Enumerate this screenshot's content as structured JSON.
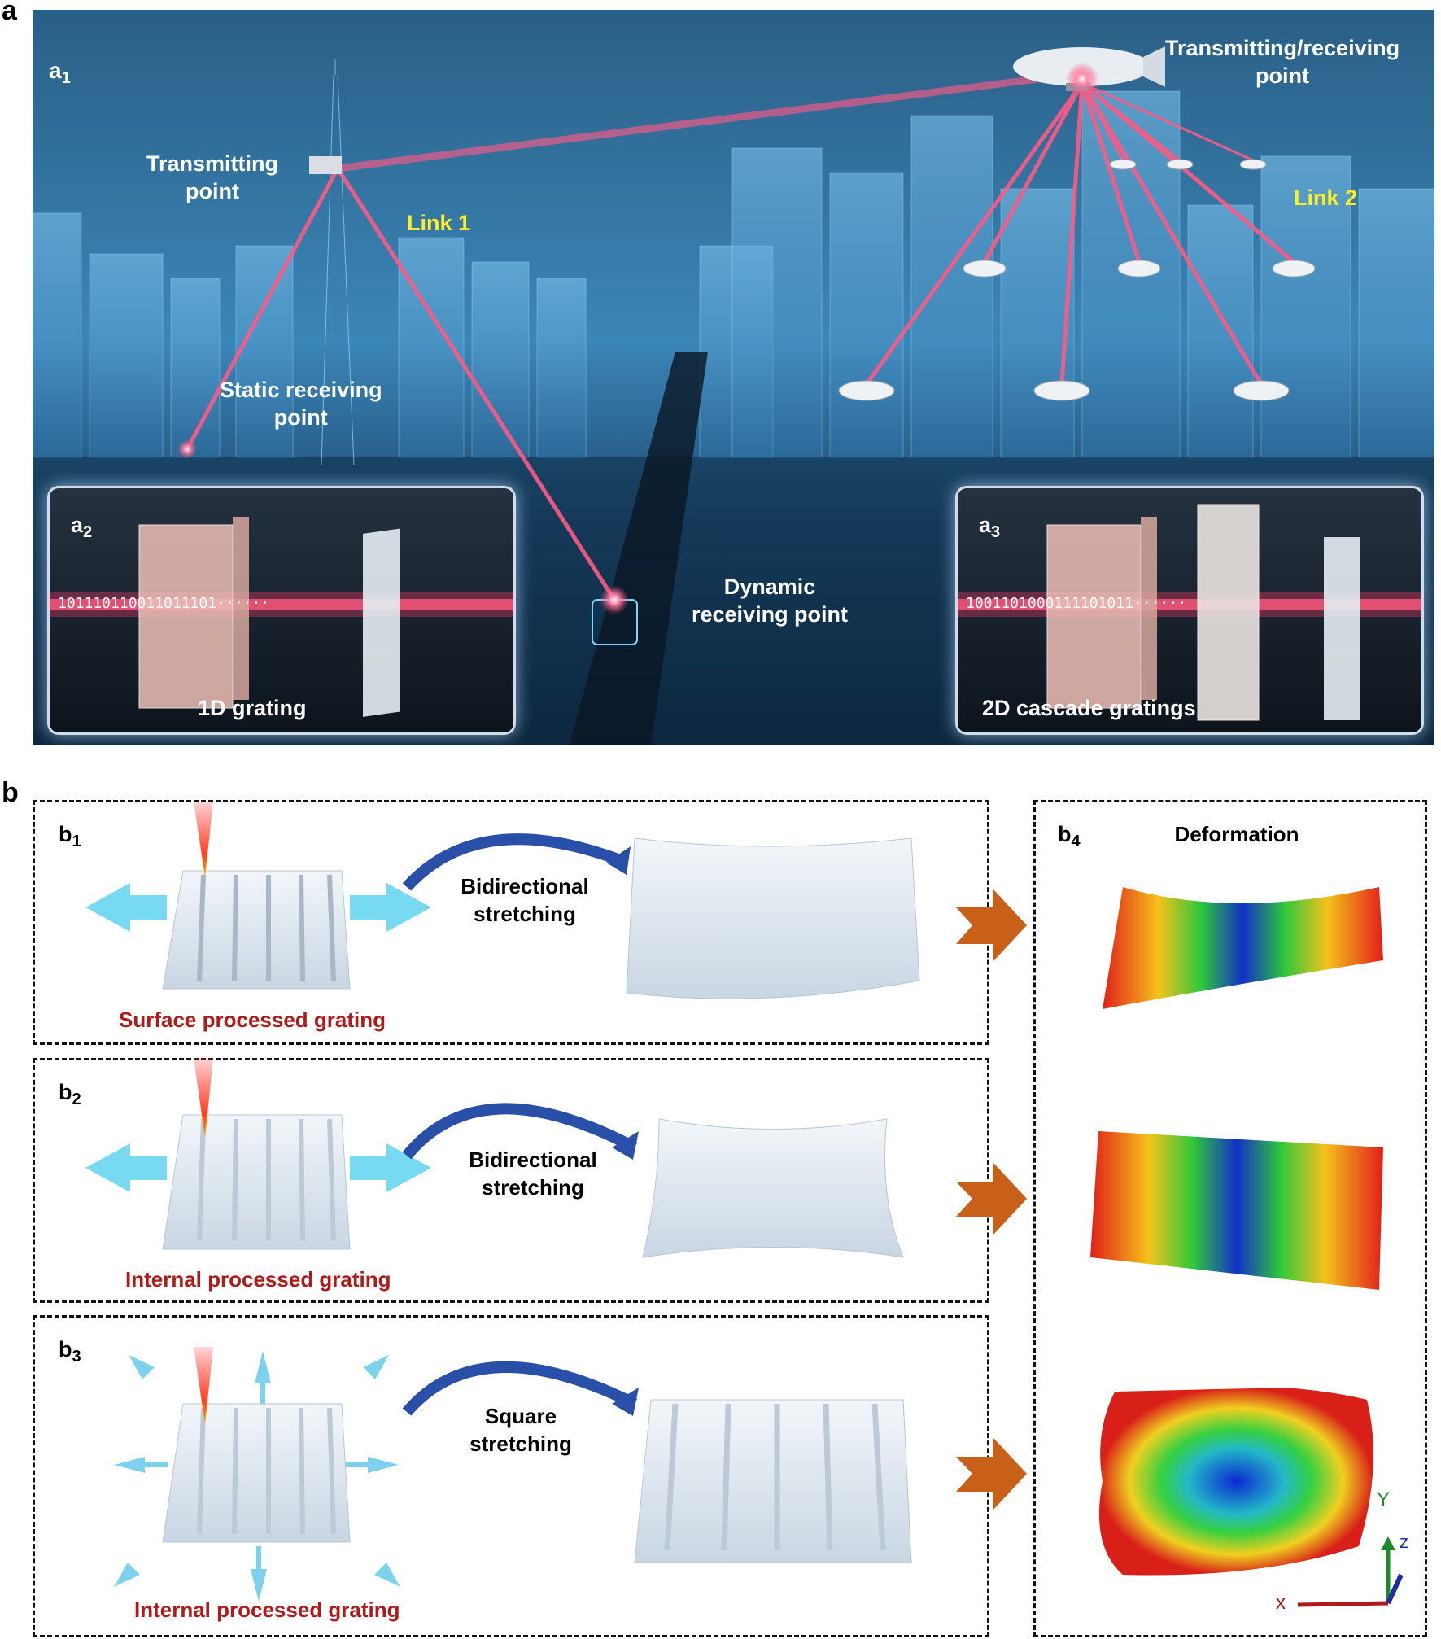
{
  "panel_a": {
    "letter": "a",
    "a1": {
      "main": "a",
      "sub": "1"
    },
    "transmitting_point": "Transmitting\npoint",
    "transmitting_receiving_point": "Transmitting/receiving\npoint",
    "link1": "Link 1",
    "link2": "Link 2",
    "static_receiving_point": "Static receiving\npoint",
    "dynamic_receiving_point": "Dynamic\nreceiving point",
    "inset_a2": {
      "main": "a",
      "sub": "2",
      "bits": "101110110011011101······",
      "caption": "1D  grating"
    },
    "inset_a3": {
      "main": "a",
      "sub": "3",
      "bits": "1001101000111101011······",
      "caption": "2D cascade gratings"
    }
  },
  "panel_b": {
    "letter": "b",
    "b1": {
      "main": "b",
      "sub": "1",
      "action": "Bidirectional\nstretching",
      "caption": "Surface  processed grating"
    },
    "b2": {
      "main": "b",
      "sub": "2",
      "action": "Bidirectional\nstretching",
      "caption": "Internal  processed grating"
    },
    "b3": {
      "main": "b",
      "sub": "3",
      "action": "Square\nstretching",
      "caption": "Internal  processed grating"
    },
    "b4": {
      "main": "b",
      "sub": "4",
      "title": "Deformation",
      "axis_y": "Y",
      "axis_z": "z",
      "axis_x": "x"
    }
  },
  "colors": {
    "laser": "#ff3c6e",
    "link_label": "#ffee22",
    "caption_red": "#b01a1a",
    "arrow_blue": "#2a4fa8",
    "arrow_orange": "#c8601a",
    "stretch_cyan": "#5fd2f0"
  }
}
